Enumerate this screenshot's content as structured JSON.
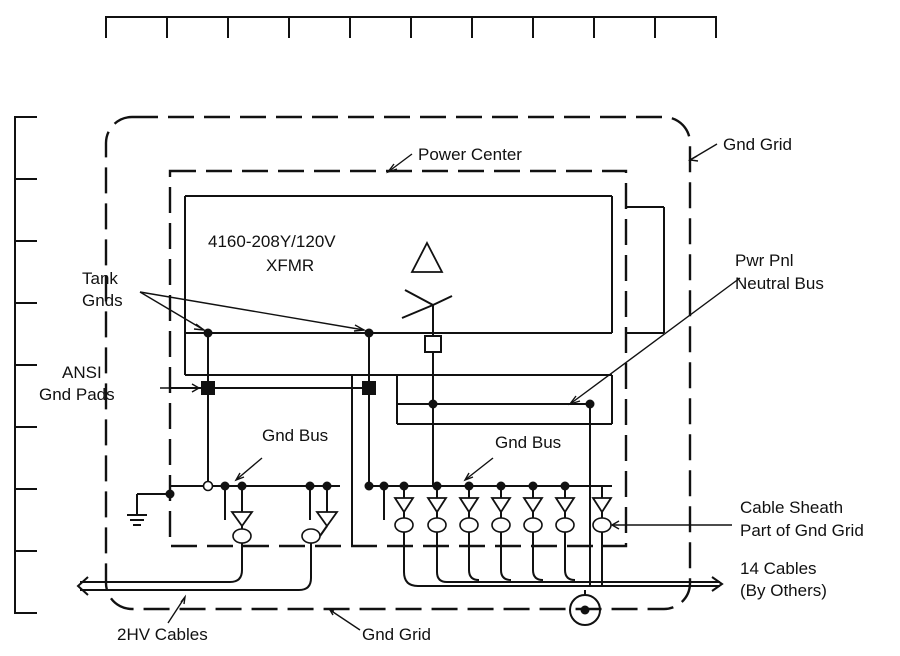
{
  "labels": {
    "power_center": "Power Center",
    "gnd_grid_top": "Gnd Grid",
    "gnd_grid_bottom": "Gnd Grid",
    "xfmr_rating": "4160-208Y/120V",
    "xfmr_name": "XFMR",
    "tank_gnds_line1": "Tank",
    "tank_gnds_line2": "Gnds",
    "pwr_pnl_line1": "Pwr Pnl",
    "pwr_pnl_line2": "Neutral Bus",
    "ansi_line1": "ANSI",
    "ansi_line2": "Gnd Pads",
    "gnd_bus_left": "Gnd Bus",
    "gnd_bus_right": "Gnd Bus",
    "cable_sheath_line1": "Cable Sheath",
    "cable_sheath_line2": "Part of Gnd Grid",
    "cables_line1": "14 Cables",
    "cables_line2": "(By Others)",
    "hv_cables": "2HV Cables"
  }
}
